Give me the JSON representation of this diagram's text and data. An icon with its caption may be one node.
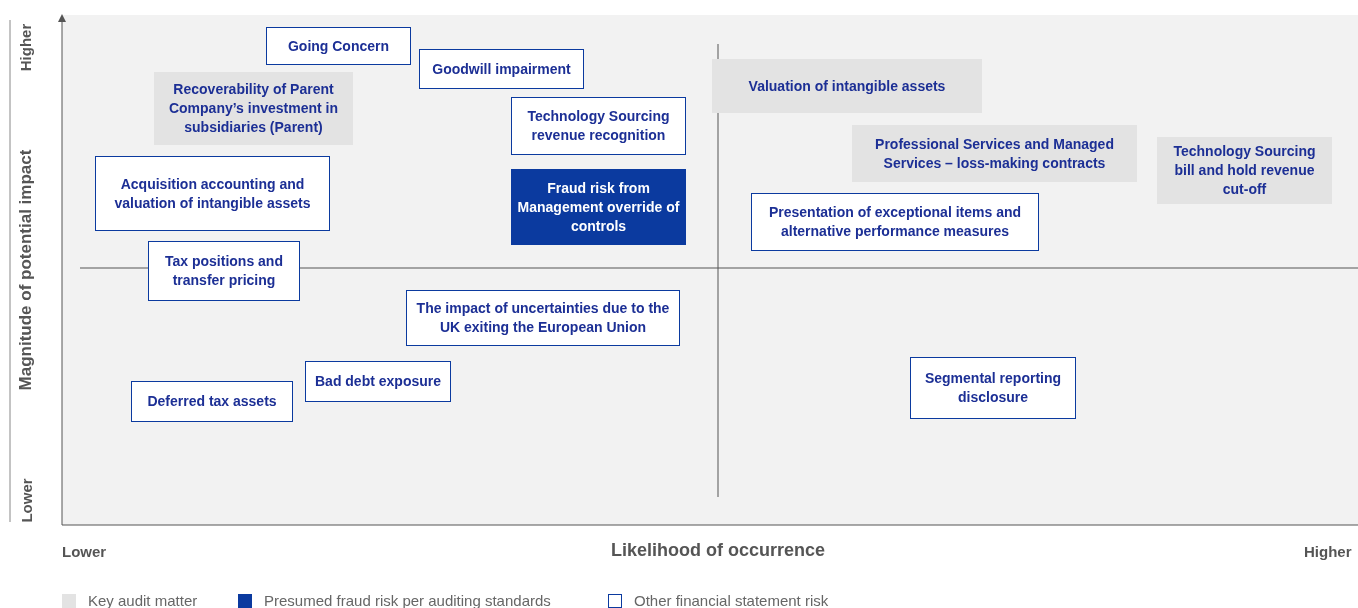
{
  "diagram": {
    "nodes": [
      {
        "text": [
          "Going Concern"
        ]
      },
      {
        "text": [
          "Goodwill impairment"
        ]
      },
      {
        "text": [
          "Recoverability of Parent Company’s investment in subsidiaries (Parent)"
        ]
      },
      {
        "text": [
          "Valuation of intangible assets"
        ]
      },
      {
        "text": [
          "Technology Sourcing revenue recognition"
        ]
      },
      {
        "text": [
          "Professional Services and Managed Services – loss-making contracts"
        ]
      },
      {
        "text": [
          "Technology Sourcing bill and hold revenue cut-off"
        ]
      },
      {
        "text": [
          "Acquisition accounting and valuation of intangible assets"
        ]
      },
      {
        "text": [
          "Fraud risk from Management override of controls"
        ]
      },
      {
        "text": [
          "Presentation of exceptional items and alternative performance measures"
        ]
      },
      {
        "text": [
          "Tax positions and transfer pricing"
        ]
      },
      {
        "text": [
          "The impact of uncertainties due to the UK exiting the European Union"
        ]
      },
      {
        "text": [
          "Bad debt exposure"
        ]
      },
      {
        "text": [
          "Deferred tax assets"
        ]
      },
      {
        "text": [
          "Segmental reporting disclosure"
        ]
      }
    ],
    "labels": [
      "Higher",
      "Magnitude of potential impact",
      "Lower",
      "Lower",
      "Likelihood of occurrence",
      "Higher"
    ],
    "legend": [
      {
        "text": "Key audit matter",
        "color": "#e3e3e3"
      },
      {
        "text": "Presumed fraud risk per auditing standards",
        "color": "#0b3a9f"
      },
      {
        "text": "Other financial statement risk",
        "color": "#ffffff"
      }
    ]
  }
}
